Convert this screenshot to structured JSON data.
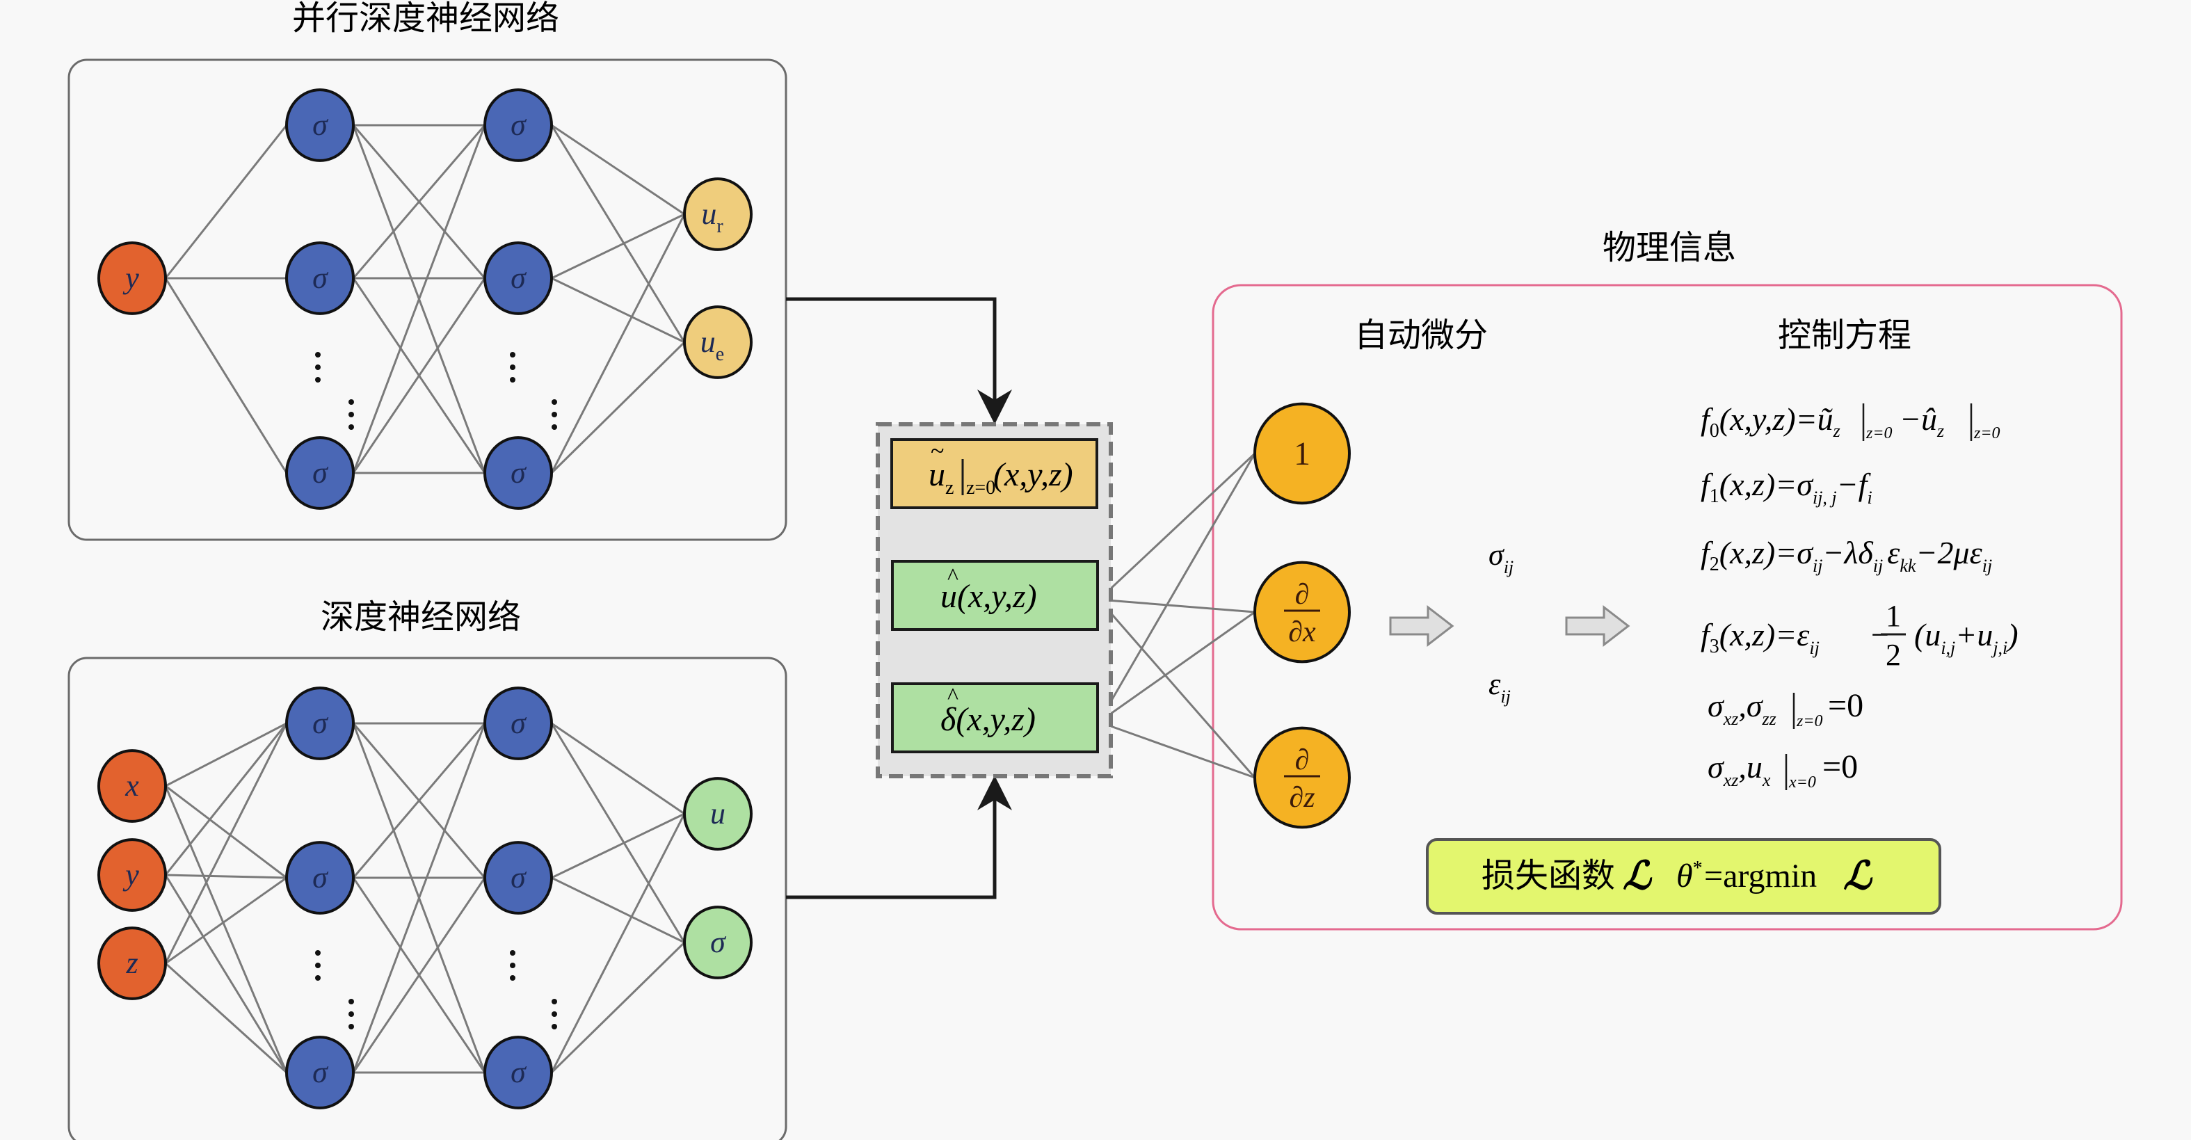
{
  "titles": {
    "parallel_dnn": "并行深度神经网络",
    "dnn": "深度神经网络",
    "physics": "物理信息",
    "autodiff": "自动微分",
    "governing": "控制方程"
  },
  "colors": {
    "input_node": "#e2622e",
    "hidden_node": "#4a67b5",
    "output_node_parallel": "#efcd7c",
    "output_node_dnn": "#aee0a2",
    "derivative_node": "#f5b223",
    "loss_box": "#e3f66e",
    "prediction_box_orange": "#efcd7c",
    "prediction_box_green": "#aee0a2",
    "physics_border": "#e46a8f",
    "panel_border": "#6b6b6b",
    "connection_line": "#7a7a7a"
  },
  "parallel_network": {
    "input_nodes": [
      "y"
    ],
    "hidden_layer_1": [
      "σ",
      "σ",
      "σ"
    ],
    "hidden_layer_2": [
      "σ",
      "σ",
      "σ"
    ],
    "output_nodes": [
      {
        "base": "u",
        "sub": "r"
      },
      {
        "base": "u",
        "sub": "e"
      }
    ],
    "ellipsis": "⋮"
  },
  "deep_network": {
    "input_nodes": [
      "x",
      "y",
      "z"
    ],
    "hidden_layer_1": [
      "σ",
      "σ",
      "σ"
    ],
    "hidden_layer_2": [
      "σ",
      "σ",
      "σ"
    ],
    "output_nodes": [
      "u",
      "σ"
    ],
    "ellipsis": "⋮"
  },
  "predictions": [
    {
      "accent": "~",
      "base": "u",
      "sub": "z",
      "eval": "z=0",
      "args": "(x,y,z)"
    },
    {
      "accent": "^",
      "base": "u",
      "args": "(x,y,z)"
    },
    {
      "accent": "^",
      "base": "δ",
      "args": "(x,y,z)"
    }
  ],
  "derivatives": [
    {
      "label": "1"
    },
    {
      "num": "∂",
      "den": "∂x"
    },
    {
      "num": "∂",
      "den": "∂z"
    }
  ],
  "intermediate": [
    {
      "base": "σ",
      "sub": "ij"
    },
    {
      "base": "ε",
      "sub": "ij"
    }
  ],
  "equations": [
    {
      "lhs": "f",
      "lhs_sub": "0",
      "args": "(x,y,z)=",
      "parts": [
        "ũ",
        "z",
        "z=0",
        "−û",
        "z",
        "z=0"
      ]
    },
    {
      "lhs": "f",
      "lhs_sub": "1",
      "args": "(x,z)=",
      "text": "σ",
      "sub1": "ij, j",
      "rest": "−f",
      "sub2": "i"
    },
    {
      "lhs": "f",
      "lhs_sub": "2",
      "args": "(x,z)=",
      "text": "σ",
      "sub1": "ij",
      "mid": "−λδ",
      "sub2": "ij",
      "mid2": "ε",
      "sub3": "kk",
      "mid3": "−2με",
      "sub4": "ij"
    },
    {
      "lhs": "f",
      "lhs_sub": "3",
      "args": "(x,z)=",
      "text": "ε",
      "sub1": "ij",
      "frac_num": "1",
      "frac_den": "2",
      "paren": "(u",
      "sub2": "i,j",
      "plus": "+u",
      "sub3": "j,i",
      "close": ")"
    },
    {
      "a": "σ",
      "a_sub": "xz",
      "b": ",σ",
      "b_sub": "zz",
      "eval": "z=0",
      "rhs": "=0"
    },
    {
      "a": "σ",
      "a_sub": "xz",
      "b": ",u",
      "b_sub": "x",
      "eval": "x=0",
      "rhs": "=0"
    }
  ],
  "loss": {
    "label": "损失函数",
    "symbol": "ℒ",
    "theta": "θ",
    "theta_sup": "*",
    "expr": "=argmin"
  }
}
